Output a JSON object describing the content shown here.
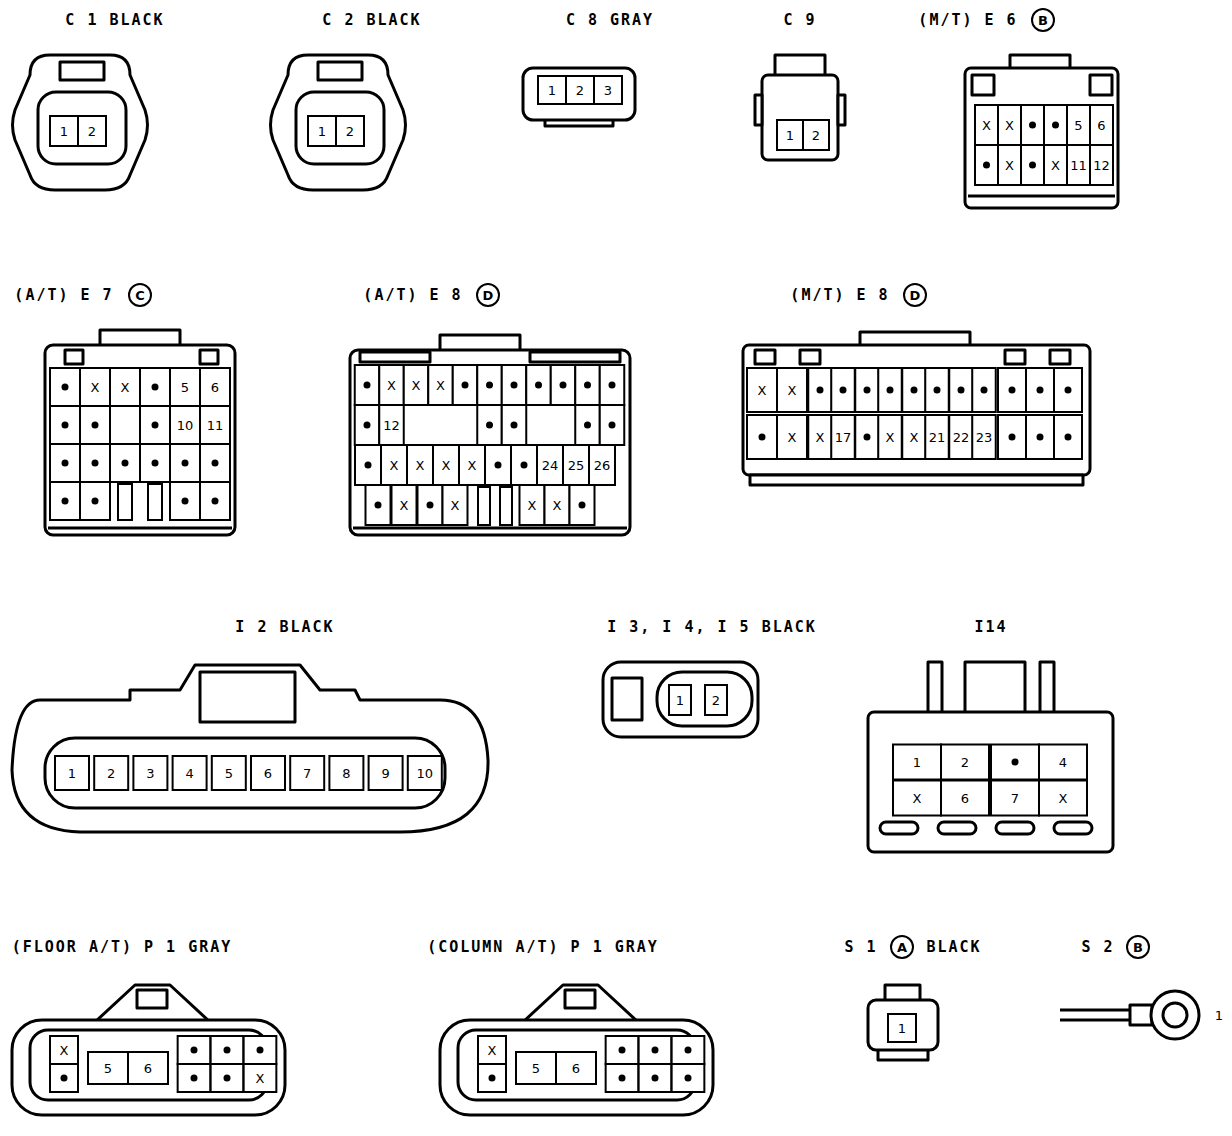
{
  "diagram": {
    "nodes": [
      {
        "text": [
          "C 1 BLACK",
          "1",
          "2"
        ]
      },
      {
        "text": [
          "C 2 BLACK",
          "1",
          "2"
        ]
      },
      {
        "text": [
          "C 8 GRAY",
          "1",
          "2",
          "3"
        ]
      },
      {
        "text": [
          "C 9",
          "1",
          "2"
        ]
      },
      {
        "text": [
          "(M/T) E 6",
          "B",
          "X",
          "X",
          "5",
          "6",
          "X",
          "X",
          "11",
          "12"
        ]
      },
      {
        "text": [
          "(A/T) E 7",
          "C",
          "X",
          "X",
          "5",
          "6",
          "10",
          "11"
        ]
      },
      {
        "text": [
          "(A/T) E 8",
          "D",
          "X",
          "X",
          "X",
          "12",
          "X",
          "X",
          "X",
          "X",
          "24",
          "25",
          "26",
          "X",
          "X",
          "X",
          "X"
        ]
      },
      {
        "text": [
          "(M/T) E 8",
          "D",
          "X",
          "X",
          "X",
          "X",
          "17",
          "X",
          "X",
          "21",
          "22",
          "23"
        ]
      },
      {
        "text": [
          "I 2 BLACK",
          "1",
          "2",
          "3",
          "4",
          "5",
          "6",
          "7",
          "8",
          "9",
          "10"
        ]
      },
      {
        "text": [
          "I 3, I 4, I 5 BLACK",
          "1",
          "2"
        ]
      },
      {
        "text": [
          "I14",
          "1",
          "2",
          "4",
          "X",
          "6",
          "7",
          "X"
        ]
      },
      {
        "text": [
          "(FLOOR A/T) P 1 GRAY",
          "X",
          "5",
          "6",
          "X"
        ]
      },
      {
        "text": [
          "(COLUMN A/T) P 1 GRAY",
          "X",
          "5",
          "6"
        ]
      },
      {
        "text": [
          "S 1",
          "A",
          "BLACK",
          "1"
        ]
      },
      {
        "text": [
          "S 2",
          "B",
          "1"
        ]
      }
    ]
  }
}
